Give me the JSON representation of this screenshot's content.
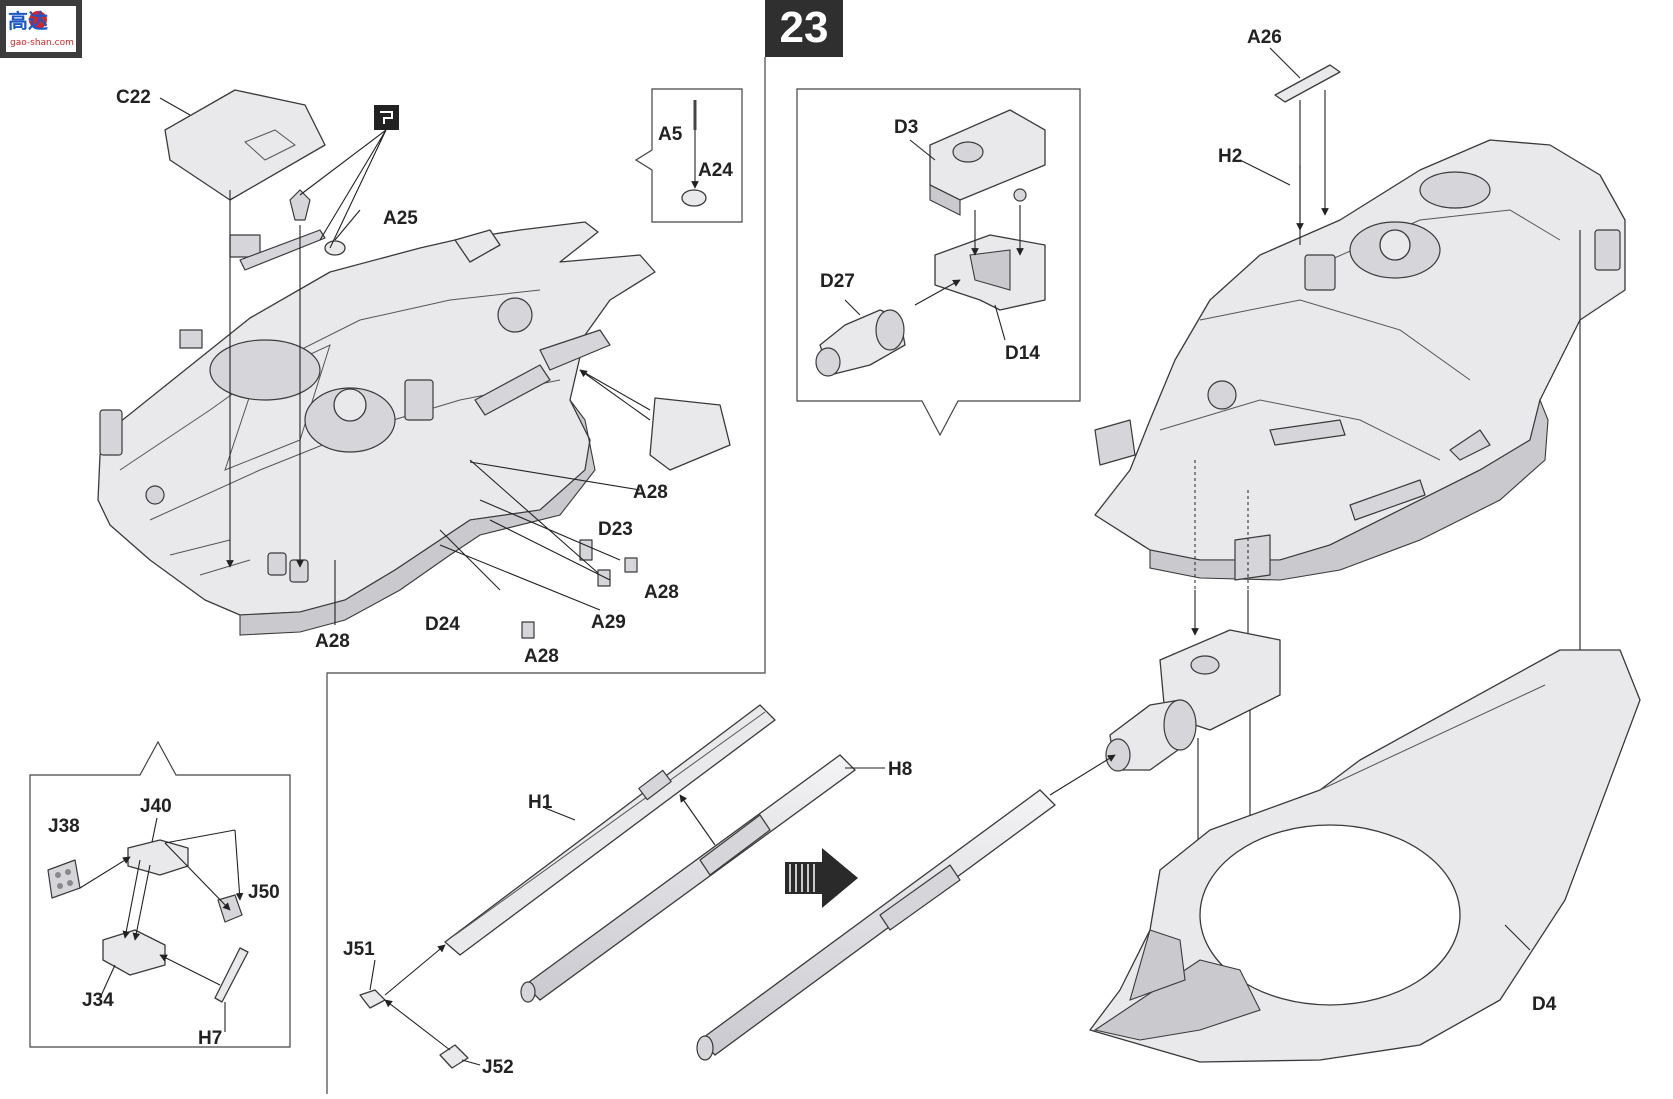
{
  "logo": {
    "text": "高达",
    "subtext": "gao-shan.com"
  },
  "step": {
    "number": "23"
  },
  "labels": {
    "c22": "C22",
    "a25": "A25",
    "a5": "A5",
    "a24": "A24",
    "a28_a": "A28",
    "a28_b": "A28",
    "a28_c": "A28",
    "a28_d": "A28",
    "d23": "D23",
    "d24": "D24",
    "a29": "A29",
    "d3": "D3",
    "d27": "D27",
    "d14": "D14",
    "a26": "A26",
    "h2": "H2",
    "h1": "H1",
    "h8": "H8",
    "j51": "J51",
    "j52": "J52",
    "d4": "D4",
    "j38": "J38",
    "j40": "J40",
    "j50": "J50",
    "j34": "J34",
    "h7": "H7"
  },
  "icons": {
    "glue": "glue-icon",
    "direction": "direction-arrow-icon"
  }
}
